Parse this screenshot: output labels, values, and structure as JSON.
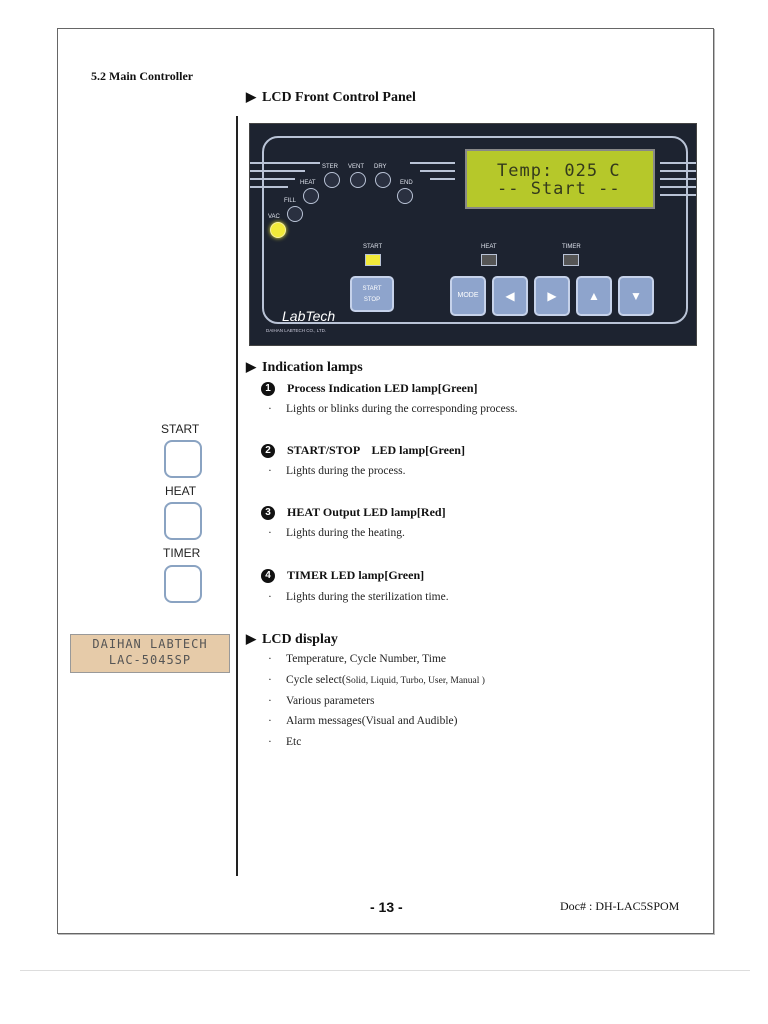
{
  "section": "5.2   Main Controller",
  "headings": {
    "lcd_front_panel": "LCD Front Control Panel",
    "indication_lamps": "Indication lamps",
    "lcd_display": "LCD display"
  },
  "panel": {
    "lcd_line1": "Temp: 025 C",
    "lcd_line2": "-- Start --",
    "process_labels": [
      "VAC",
      "FILL",
      "HEAT",
      "STER",
      "VENT",
      "DRY",
      "END"
    ],
    "start_label": "START",
    "heat_label": "HEAT",
    "timer_label": "TIMER",
    "start_stop_line1": "START",
    "start_stop_line2": "STOP",
    "mode_label": "MODE",
    "brand": "LabTech",
    "brand_sub": "DAIHAN LABTECH CO., LTD."
  },
  "lamps": {
    "items": [
      {
        "num": "1",
        "title": "Process Indication LED lamp[Green]",
        "desc": "Lights or blinks during the corresponding process."
      },
      {
        "num": "2",
        "title": "START/STOP    LED lamp[Green]",
        "desc": "Lights during the process."
      },
      {
        "num": "3",
        "title": "HEAT Output LED lamp[Red]",
        "desc": "Lights during the heating."
      },
      {
        "num": "4",
        "title": "TIMER LED lamp[Green]",
        "desc": "Lights during the sterilization time."
      }
    ],
    "left_labels": [
      "START",
      "HEAT",
      "TIMER"
    ]
  },
  "lcd_small": {
    "line1": "DAIHAN LABTECH",
    "line2": "LAC-5045SP"
  },
  "lcd_display": {
    "items": [
      "Temperature, Cycle Number, Time",
      "Cycle select(",
      "Various parameters",
      "Alarm messages(Visual and Audible)",
      "Etc"
    ],
    "cycle_options": "Solid, Liquid, Turbo, User, Manual )"
  },
  "footer": {
    "page": "- 13 -",
    "doc": "Doc# : DH-LAC5SPOM"
  },
  "colors": {
    "led_on": "#f2ea3a",
    "lcd_bg": "#b6c82a",
    "panel_bg": "#1d2330",
    "button": "#8ea4cc"
  }
}
